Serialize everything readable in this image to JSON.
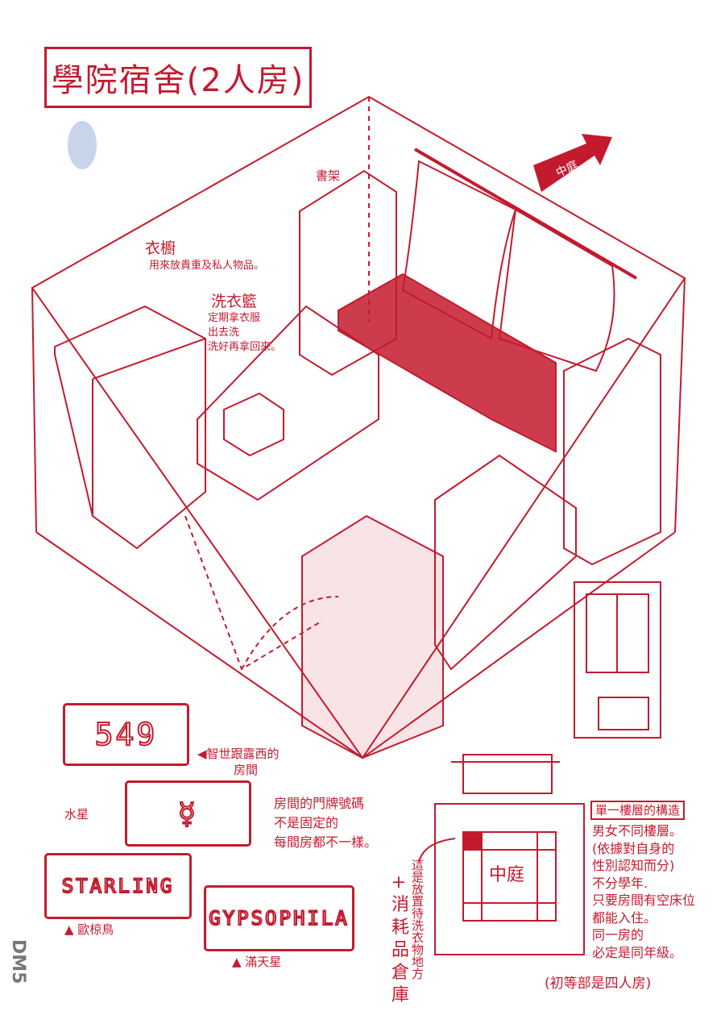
{
  "title": "學院宿舍(2人房)",
  "labels": {
    "courtyard_arrow": "中庭",
    "bookshelf": "書架",
    "wardrobe_title": "衣櫥",
    "wardrobe_desc": "用來放貴重及私人物品。",
    "basket_title": "洗衣籃",
    "basket_desc": [
      "定期拿衣服",
      "出去洗",
      "洗好再拿回來。"
    ]
  },
  "plates": [
    {
      "text": "549",
      "caption": [
        "◀智世跟露西的",
        "房間"
      ]
    },
    {
      "text": "☿",
      "caption": [
        "水星"
      ]
    },
    {
      "text": "STARLING",
      "caption": [
        "▲ 歐椋鳥"
      ]
    },
    {
      "text": "GYPSOPHILA",
      "caption": [
        "▲ 滿天星"
      ]
    }
  ],
  "plate_note": [
    "房間的門牌號碼",
    "不是固定的",
    "每間房都不一樣。"
  ],
  "floor_plan": {
    "courtyard": "中庭",
    "storage_note": "這是放置待洗衣物地方",
    "storage_note2": "+消耗品倉庫",
    "structure_title": "單一樓層的構造",
    "structure_notes": [
      "男女不同樓層。",
      "(依據對自身的",
      "性別認知而分)",
      "不分學年.",
      "只要房間有空床位",
      "都能入住。",
      "同一房的",
      "必定是同年級。"
    ],
    "footer": "(初等部是四人房)"
  },
  "watermark": "DM5",
  "colors": {
    "ink": "#c41a2e"
  }
}
